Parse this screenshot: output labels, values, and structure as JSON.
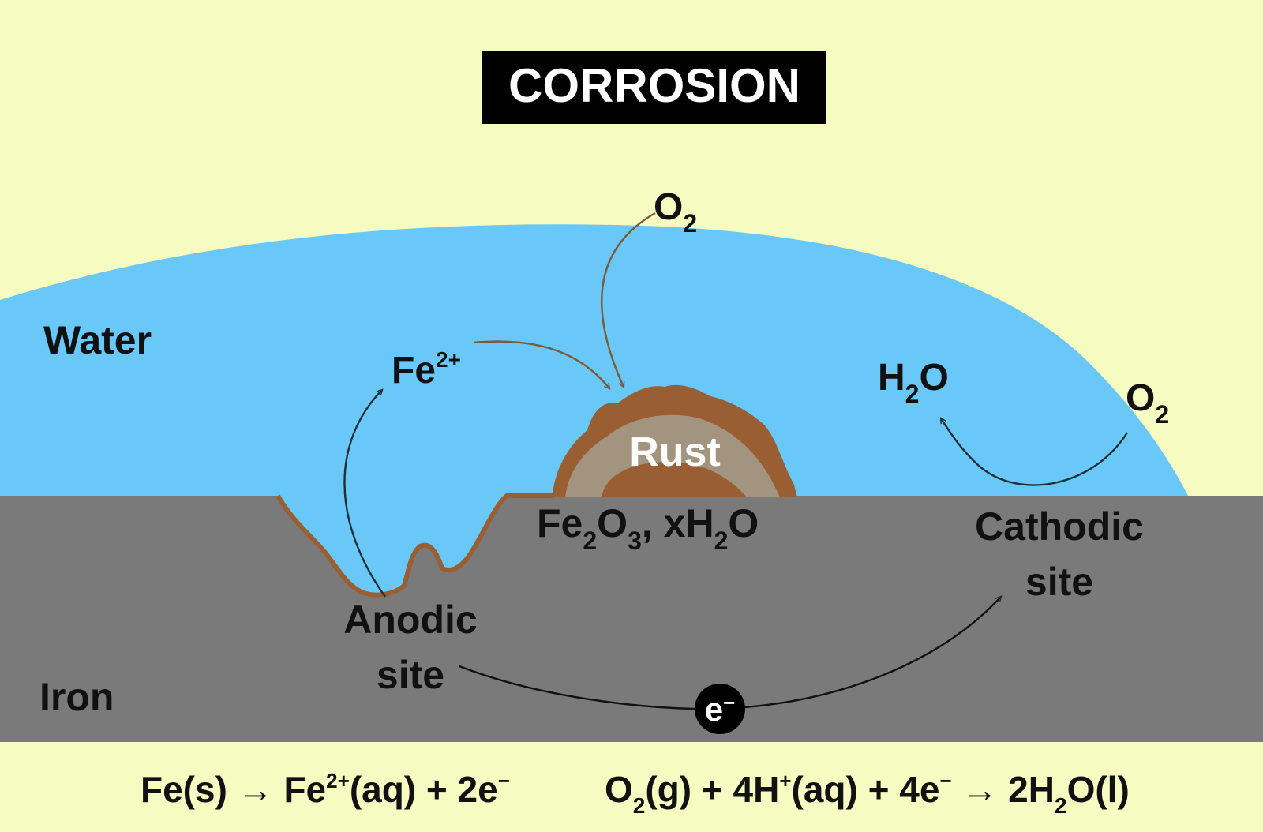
{
  "title": "CORROSION",
  "regions": {
    "water": "Water",
    "iron": "Iron"
  },
  "species": {
    "oxygen_top": {
      "base": "O",
      "sub": "2"
    },
    "oxygen_right": {
      "base": "O",
      "sub": "2"
    },
    "iron_ion": {
      "base": "Fe",
      "sup": "2+"
    },
    "water_molecule": {
      "base": "H",
      "sub": "2",
      "tail": "O"
    },
    "electron": {
      "base": "e",
      "sup": "−"
    }
  },
  "rust": {
    "label": "Rust",
    "formula": {
      "p1": "Fe",
      "s1": "2",
      "p2": "O",
      "s2": "3",
      "p3": ", xH",
      "s3": "2",
      "p4": "O"
    }
  },
  "sites": {
    "anodic_line1": "Anodic",
    "anodic_line2": "site",
    "cathodic_line1": "Cathodic",
    "cathodic_line2": "site"
  },
  "equations": {
    "anodic": {
      "p1": "Fe(s) → Fe",
      "s1": "2+",
      "p2": "(aq) + 2e",
      "s2": "−"
    },
    "cathodic": {
      "p1": "O",
      "b1": "2",
      "p2": "(g) + 4H",
      "s2": "+",
      "p3": "(aq) + 4e",
      "s3": "−",
      "p4": " → 2H",
      "b4": "2",
      "p5": "O(l)"
    }
  },
  "colors": {
    "background": "#f5fbc1",
    "water": "#69c8f8",
    "iron": "#7a7a7a",
    "rust_outer": "#9a5e33",
    "rust_inner": "#a39480",
    "arrow_oxygen": "#7b5a3a",
    "arrow_dark": "#1f2f3a",
    "title_bg": "#000000"
  }
}
